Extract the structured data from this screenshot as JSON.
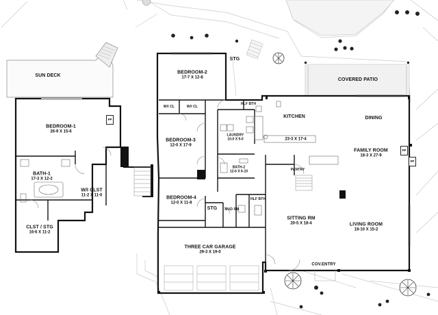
{
  "rooms": {
    "sun_deck": {
      "name": "SUN DECK"
    },
    "bedroom1": {
      "name": "BEDROOM-1",
      "dims": "26-9 X 15-6"
    },
    "bath1": {
      "name": "BATH-1",
      "dims": "17-3 X 12-2"
    },
    "wi_clst": {
      "name": "W/I CLST",
      "dims": "11-2 X 11-0"
    },
    "clst_stg": {
      "name": "CLST / STG",
      "dims": "16-6 X 11-2"
    },
    "bedroom2": {
      "name": "BEDROOM-2",
      "dims": "17-7 X 12-8"
    },
    "wicl_a": {
      "name": "W/I CL"
    },
    "wicl_b": {
      "name": "W/I CL"
    },
    "bedroom3": {
      "name": "BEDROOM-3",
      "dims": "12-0 X 17-9"
    },
    "bedroom4": {
      "name": "BEDROOM-4",
      "dims": "12-0 X 11-8"
    },
    "stg_top": {
      "name": "STG"
    },
    "stg_mid": {
      "name": "STG"
    },
    "hlf_bth_top": {
      "name": "HLF BTH"
    },
    "hlf_bth_low": {
      "name": "HLF BTH"
    },
    "laundry": {
      "name": "LAUNDRY",
      "dims": "10-0 X 9-0"
    },
    "bath2": {
      "name": "BATH-2",
      "dims": "12-6 X 6-10"
    },
    "mud_rm": {
      "name": "MUD RM"
    },
    "kitchen": {
      "name": "KITCHEN",
      "dims": "23-3 X 17-4"
    },
    "dining": {
      "name": "DINING"
    },
    "family_room": {
      "name": "FAMILY ROOM",
      "dims": "18-3 X 27-9"
    },
    "pantry": {
      "name": "PANTRY"
    },
    "sitting_rm": {
      "name": "SITTING RM",
      "dims": "20-5 X 18-4"
    },
    "living_room": {
      "name": "LIVING ROOM",
      "dims": "18-10 X 15-2"
    },
    "covered_patio": {
      "name": "COVERED PATIO"
    },
    "garage": {
      "name": "THREE CAR GARAGE",
      "dims": "29-3 X 19-0"
    },
    "cov_entry": {
      "name": "COV.ENTRY"
    }
  },
  "fireplace_label": "FP"
}
